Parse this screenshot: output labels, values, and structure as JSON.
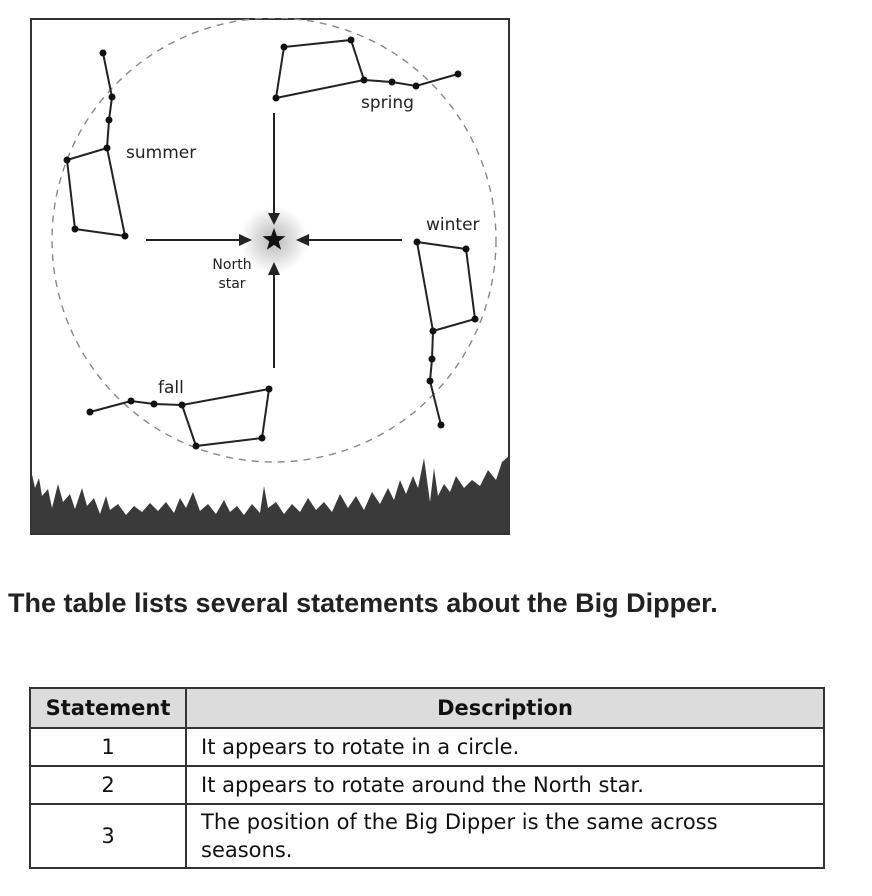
{
  "figure": {
    "labels": {
      "spring": "spring",
      "summer": "summer",
      "winter": "winter",
      "fall": "fall",
      "north_star_line1": "North",
      "north_star_line2": "star"
    }
  },
  "prompt": "The table lists several statements about the Big Dipper.",
  "table": {
    "headers": {
      "statement": "Statement",
      "description": "Description"
    },
    "rows": [
      {
        "statement": "1",
        "description": "It appears to rotate in a circle."
      },
      {
        "statement": "2",
        "description": "It appears to rotate around the North star."
      },
      {
        "statement": "3",
        "description": "The position of the Big Dipper is the same across seasons."
      }
    ]
  }
}
